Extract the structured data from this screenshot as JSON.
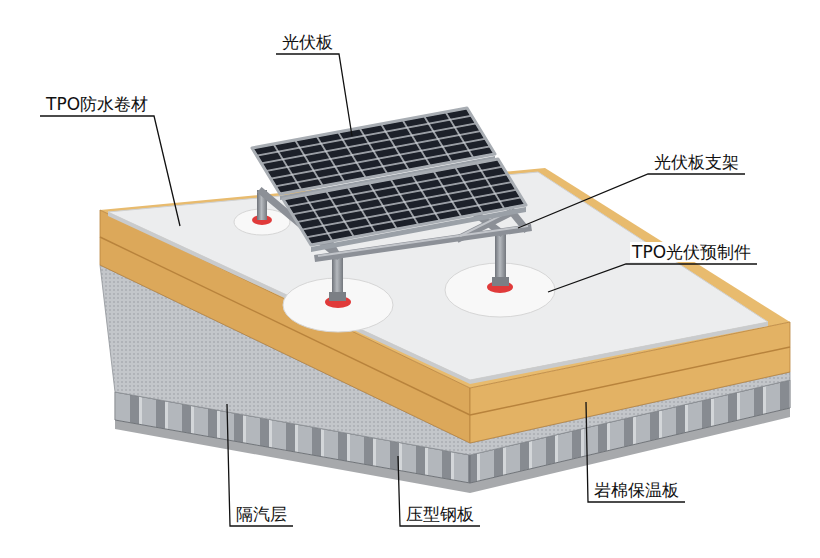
{
  "diagram": {
    "labels": [
      "光伏板",
      "TPO防水卷材",
      "光伏板支架",
      "TPO光伏预制件",
      "岩棉保温板",
      "隔汽层",
      "压型钢板"
    ]
  }
}
